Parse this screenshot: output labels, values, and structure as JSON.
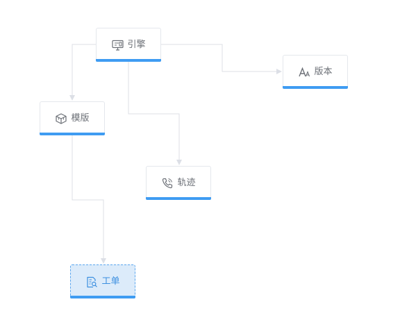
{
  "nodes": {
    "engine": {
      "label": "引擎",
      "icon": "monitor-icon"
    },
    "version": {
      "label": "版本",
      "icon": "font-size-icon"
    },
    "template": {
      "label": "模版",
      "icon": "cube-icon"
    },
    "track": {
      "label": "轨迹",
      "icon": "phone-icon"
    },
    "workorder": {
      "label": "工单",
      "icon": "document-search-icon",
      "selected": true
    }
  },
  "edges": [
    {
      "from": "engine",
      "to": "version"
    },
    {
      "from": "engine",
      "to": "template"
    },
    {
      "from": "engine",
      "to": "track"
    },
    {
      "from": "template",
      "to": "workorder"
    }
  ],
  "colors": {
    "accent": "#3f9cf2",
    "edge": "#dcdfe6",
    "selected_bg": "#dcebfa",
    "text": "#6b6f76"
  }
}
